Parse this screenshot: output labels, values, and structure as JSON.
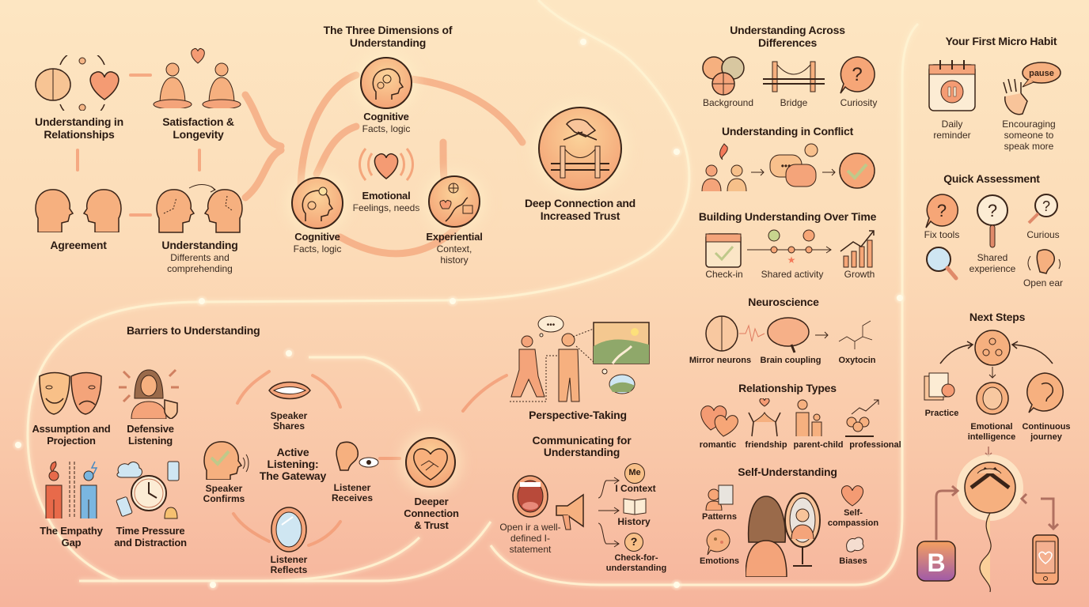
{
  "colors": {
    "background_top": "#fde6c2",
    "background_bottom": "#f6b49c",
    "accent_orange": "#f2996e",
    "path_glow": "#fff3d2",
    "outline": "#3a2418"
  },
  "relationships": {
    "understanding_in_relationships": "Understanding in Relationships",
    "satisfaction": "Satisfaction & Longevity",
    "agreement": "Agreement",
    "understanding_title": "Understanding",
    "understanding_sub": "Differents and comprehending"
  },
  "three_dimensions": {
    "title": "The Three Dimensions of Understanding",
    "top": {
      "label": "Cognitive",
      "sub": "Facts, logic"
    },
    "center": {
      "label": "Emotional",
      "sub": "Feelings, needs"
    },
    "left": {
      "label": "Cognitive",
      "sub": "Facts, logic"
    },
    "right": {
      "label": "Experiential",
      "sub": "Context, history"
    },
    "result": "Deep Connection and Increased Trust"
  },
  "across_differences": {
    "title": "Understanding Across Differences",
    "items": [
      "Background",
      "Bridge",
      "Curiosity"
    ]
  },
  "conflict": {
    "title": "Understanding in Conflict"
  },
  "over_time": {
    "title": "Building Understanding Over Time",
    "items": [
      "Check-in",
      "Shared activity",
      "Growth"
    ]
  },
  "neuroscience": {
    "title": "Neuroscience",
    "items": [
      "Mirror neurons",
      "Brain coupling",
      "Oxytocin"
    ]
  },
  "relationship_types": {
    "title": "Relationship Types",
    "items": [
      "romantic",
      "friendship",
      "parent-child",
      "professional"
    ]
  },
  "self_understanding": {
    "title": "Self-Understanding",
    "items": [
      "Patterns",
      "Emotions",
      "Self-compassion",
      "Biases"
    ]
  },
  "micro_habit": {
    "title": "Your First Micro Habit",
    "daily": "Daily reminder",
    "encouraging": "Encouraging someone to speak more",
    "bubble": "pause"
  },
  "quick_assessment": {
    "title": "Quick Assessment",
    "items": [
      "Fix tools",
      "Shared experience",
      "Curious",
      "Open ear"
    ]
  },
  "next_steps": {
    "title": "Next Steps",
    "items": [
      "Practice",
      "Emotional intelligence",
      "Continuous journey"
    ]
  },
  "barriers": {
    "title": "Barriers to Understanding",
    "items": [
      "Assumption and Projection",
      "Defensive Listening",
      "The Empathy Gap",
      "Time Pressure and Distraction"
    ]
  },
  "active_listening": {
    "title": "Active Listening: The Gateway",
    "steps": [
      "Speaker Shares",
      "Listener Receives",
      "Listener Reflects",
      "Speaker Confirms"
    ],
    "result": "Deeper Connection & Trust"
  },
  "perspective": {
    "title": "Perspective-Taking"
  },
  "communicating": {
    "title": "Communicating for Understanding",
    "statement": "Open ir a well-defined I-statement",
    "me_badge": "Me",
    "branches": [
      "I Context",
      "History",
      "Check-for-understanding"
    ]
  }
}
